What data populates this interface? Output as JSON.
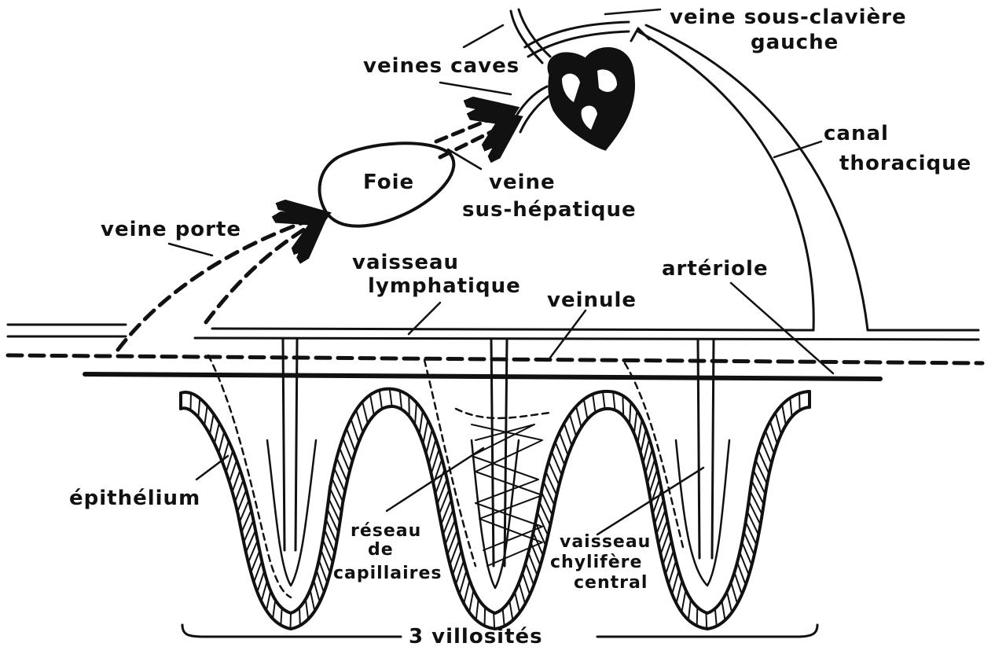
{
  "colors": {
    "ink": "#111111",
    "background": "#ffffff"
  },
  "labels": {
    "veine_sous_claviere_line1": "veine sous-clavière",
    "veine_sous_claviere_line2": "gauche",
    "veines_caves": "veines caves",
    "canal_line1": "canal",
    "canal_line2": "thoracique",
    "foie": "Foie",
    "veine_sus_hepatique_line1": "veine",
    "veine_sus_hepatique_line2": "sus-hépatique",
    "veine_porte": "veine porte",
    "vaisseau_lymphatique_line1": "vaisseau",
    "vaisseau_lymphatique_line2": "lymphatique",
    "veinule": "veinule",
    "arteriole": "artériole",
    "epithelium": "épithélium",
    "reseau_line1": "réseau",
    "reseau_line2": "de",
    "reseau_line3": "capillaires",
    "chylifere_line1": "vaisseau",
    "chylifere_line2": "chylifère",
    "chylifere_line3": "central",
    "villosites": "3 villosités"
  }
}
